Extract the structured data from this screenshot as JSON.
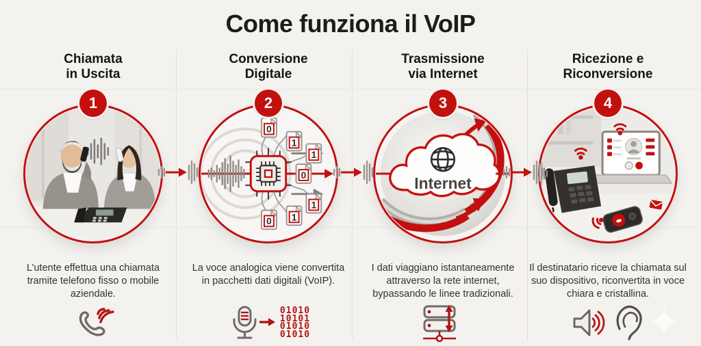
{
  "title": "Come funziona il VoIP",
  "colors": {
    "accent": "#c2100f",
    "dark": "#1d1c1b",
    "body": "#343230",
    "bg": "#f3f2ef"
  },
  "steps": [
    {
      "number": "1",
      "heading": "Chiamata\nin Uscita",
      "description": "L’utente effettua una chiamata tramite telefono fisso o mobile aziendale.",
      "footer_icon": "phone-handset-signal"
    },
    {
      "number": "2",
      "heading": "Conversione\nDigitale",
      "description": "La voce analogica viene convertita in pacchetti dati digitali (VoIP).",
      "footer_icon": "microphone-to-binary",
      "doc_digits": [
        "0",
        "1",
        "1",
        "0",
        "1",
        "1",
        "0"
      ],
      "binary_lines": [
        "01010",
        "10101",
        "01010",
        "01010"
      ]
    },
    {
      "number": "3",
      "heading": "Trasmissione\nvia Internet",
      "description": "I dati viaggiano istantaneamente attraverso la rete internet, bypassando le linee tradizionali.",
      "footer_icon": "server-network",
      "cloud_label": "Internet"
    },
    {
      "number": "4",
      "heading": "Ricezione e\nRiconversione",
      "description": "Il destinatario riceve la chiamata sul suo dispositivo, riconvertita in voce chiara e cristallina.",
      "footer_icon": "speaker-and-ear"
    }
  ]
}
